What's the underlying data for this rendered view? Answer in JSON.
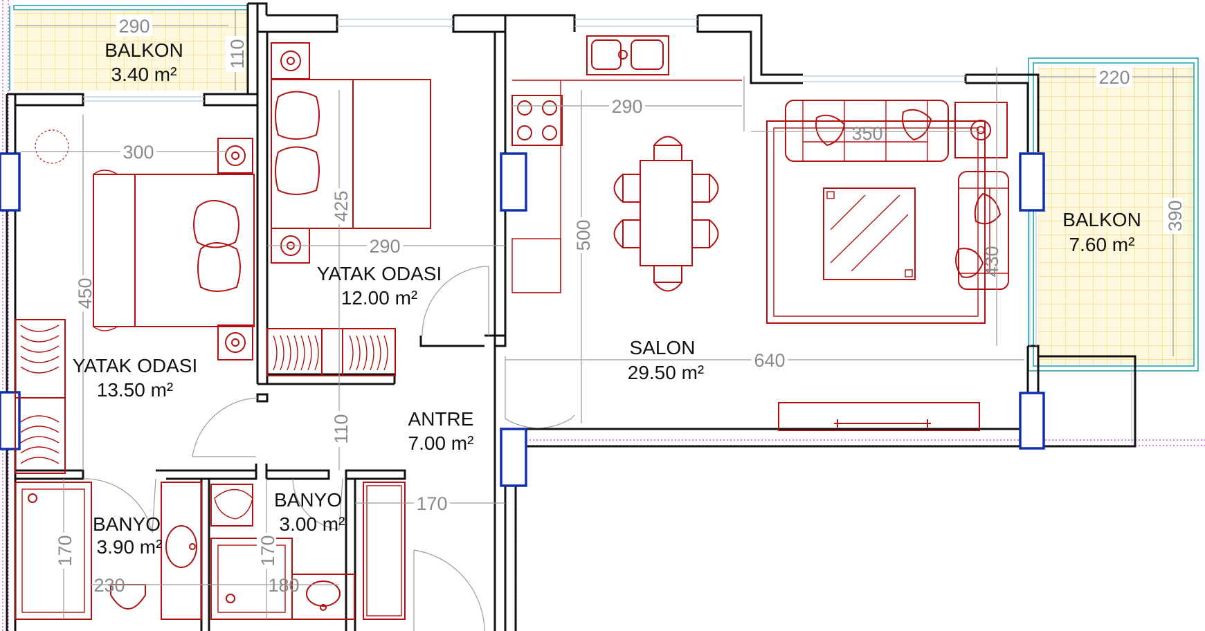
{
  "rooms": [
    {
      "id": "balkon-small",
      "name": "BALKON",
      "area": "3.40 m²"
    },
    {
      "id": "yatak-large",
      "name": "YATAK ODASI",
      "area": "13.50 m²"
    },
    {
      "id": "yatak-mid",
      "name": "YATAK ODASI",
      "area": "12.00 m²"
    },
    {
      "id": "salon",
      "name": "SALON",
      "area": "29.50 m²"
    },
    {
      "id": "balkon-large",
      "name": "BALKON",
      "area": "7.60 m²"
    },
    {
      "id": "antre",
      "name": "ANTRE",
      "area": "7.00 m²"
    },
    {
      "id": "banyo-left",
      "name": "BANYO",
      "area": "3.90 m²"
    },
    {
      "id": "banyo-right",
      "name": "BANYO",
      "area": "3.00 m²"
    }
  ],
  "dimensions": {
    "balkon_small_width": "290",
    "balkon_small_depth": "110",
    "yatak_large_width": "300",
    "yatak_large_depth": "450",
    "yatak_mid_depth": "425",
    "yatak_mid_width": "290",
    "kitchen_width": "290",
    "salon_depth": "500",
    "sofa_width": "350",
    "salon_width": "640",
    "balkon_large_width": "220",
    "balkon_large_depth": "390",
    "salon_side": "430",
    "antre_gap": "110",
    "antre_width": "170",
    "banyo_left_depth": "170",
    "banyo_left_width": "230",
    "banyo_right_depth": "170",
    "banyo_right_width": "180"
  },
  "colors": {
    "walls": "#111111",
    "furniture": "#b01010",
    "windows": "#1030b0",
    "balcony_tiles": "#f1d675",
    "balcony_rail": "#25a4b4",
    "dimension": "#8a8a8a",
    "boundary": "#c050d0"
  }
}
